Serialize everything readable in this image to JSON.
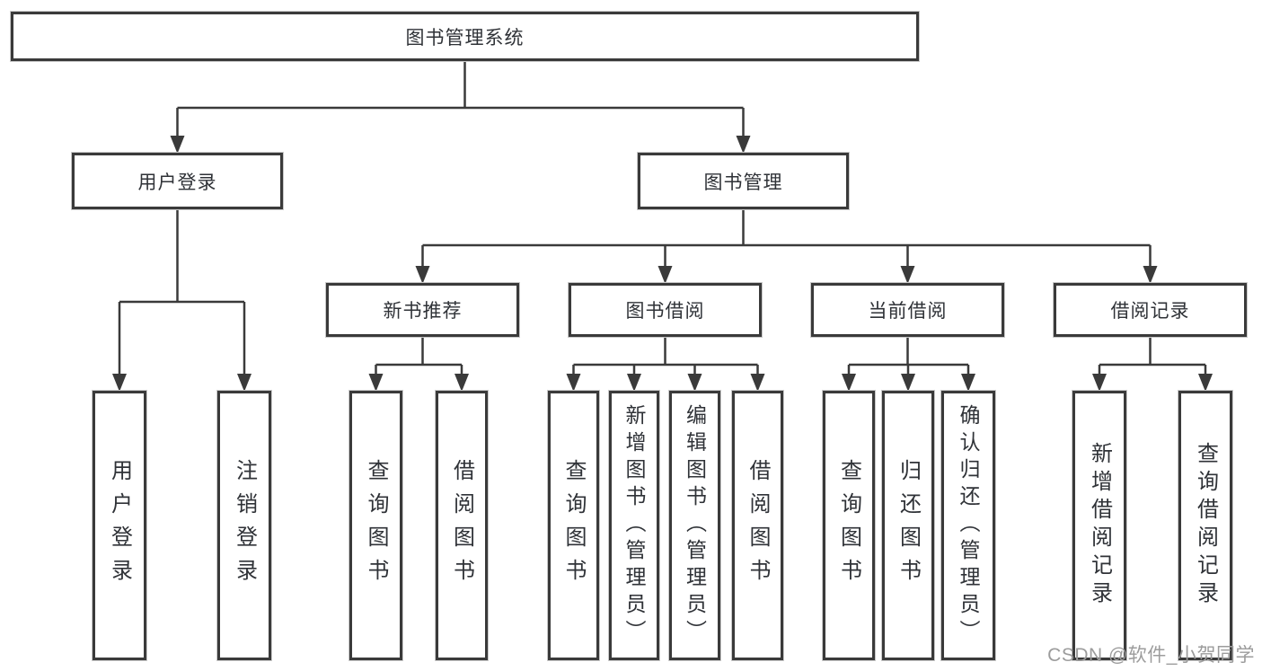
{
  "tree": {
    "label": "图书管理系统",
    "children": [
      {
        "label": "用户登录",
        "children": [
          {
            "label": "用户登录"
          },
          {
            "label": "注销登录"
          }
        ]
      },
      {
        "label": "图书管理",
        "children": [
          {
            "label": "新书推荐",
            "children": [
              {
                "label": "查询图书"
              },
              {
                "label": "借阅图书"
              }
            ]
          },
          {
            "label": "图书借阅",
            "children": [
              {
                "label": "查询图书"
              },
              {
                "label": "新增图书（管理员）"
              },
              {
                "label": "编辑图书（管理员）"
              },
              {
                "label": "借阅图书"
              }
            ]
          },
          {
            "label": "当前借阅",
            "children": [
              {
                "label": "查询图书"
              },
              {
                "label": "归还图书"
              },
              {
                "label": "确认归还（管理员）"
              }
            ]
          },
          {
            "label": "借阅记录",
            "children": [
              {
                "label": "新增借阅记录"
              },
              {
                "label": "查询借阅记录"
              }
            ]
          }
        ]
      }
    ]
  },
  "watermark": {
    "text": "CSDN @软件_小贺同学"
  },
  "colors": {
    "line": "#3a3a3a",
    "box_border": "#3a3a3a",
    "text": "#2f3237",
    "watermark": "#9c9c9c",
    "background": "#ffffff"
  }
}
